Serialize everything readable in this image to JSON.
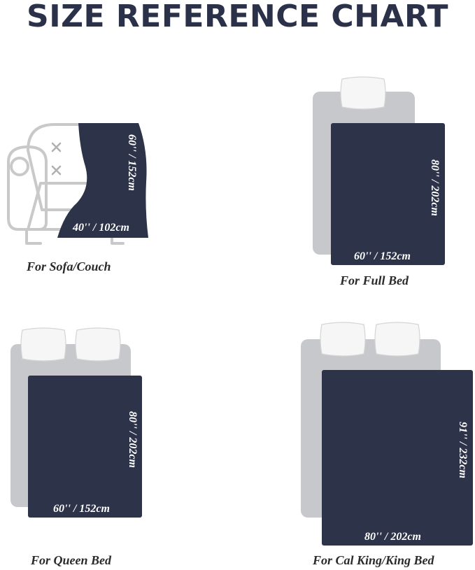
{
  "title": "SIZE REFERENCE CHART",
  "colors": {
    "blanket": "#2d3349",
    "bed": "#c6c8cc",
    "pillow": "#f6f6f6",
    "sofa_outline": "#c9c9c9",
    "title": "#2a3149"
  },
  "items": {
    "sofa": {
      "caption": "For Sofa/Couch",
      "width_label": "40'' / 102cm",
      "length_label": "60'' / 152cm"
    },
    "full": {
      "caption": "For Full Bed",
      "width_label": "60'' / 152cm",
      "length_label": "80'' / 202cm"
    },
    "queen": {
      "caption": "For Queen Bed",
      "width_label": "60'' / 152cm",
      "length_label": "80'' / 202cm"
    },
    "king": {
      "caption": "For Cal King/King Bed",
      "width_label": "80'' / 202cm",
      "length_label": "91'' / 232cm"
    }
  }
}
